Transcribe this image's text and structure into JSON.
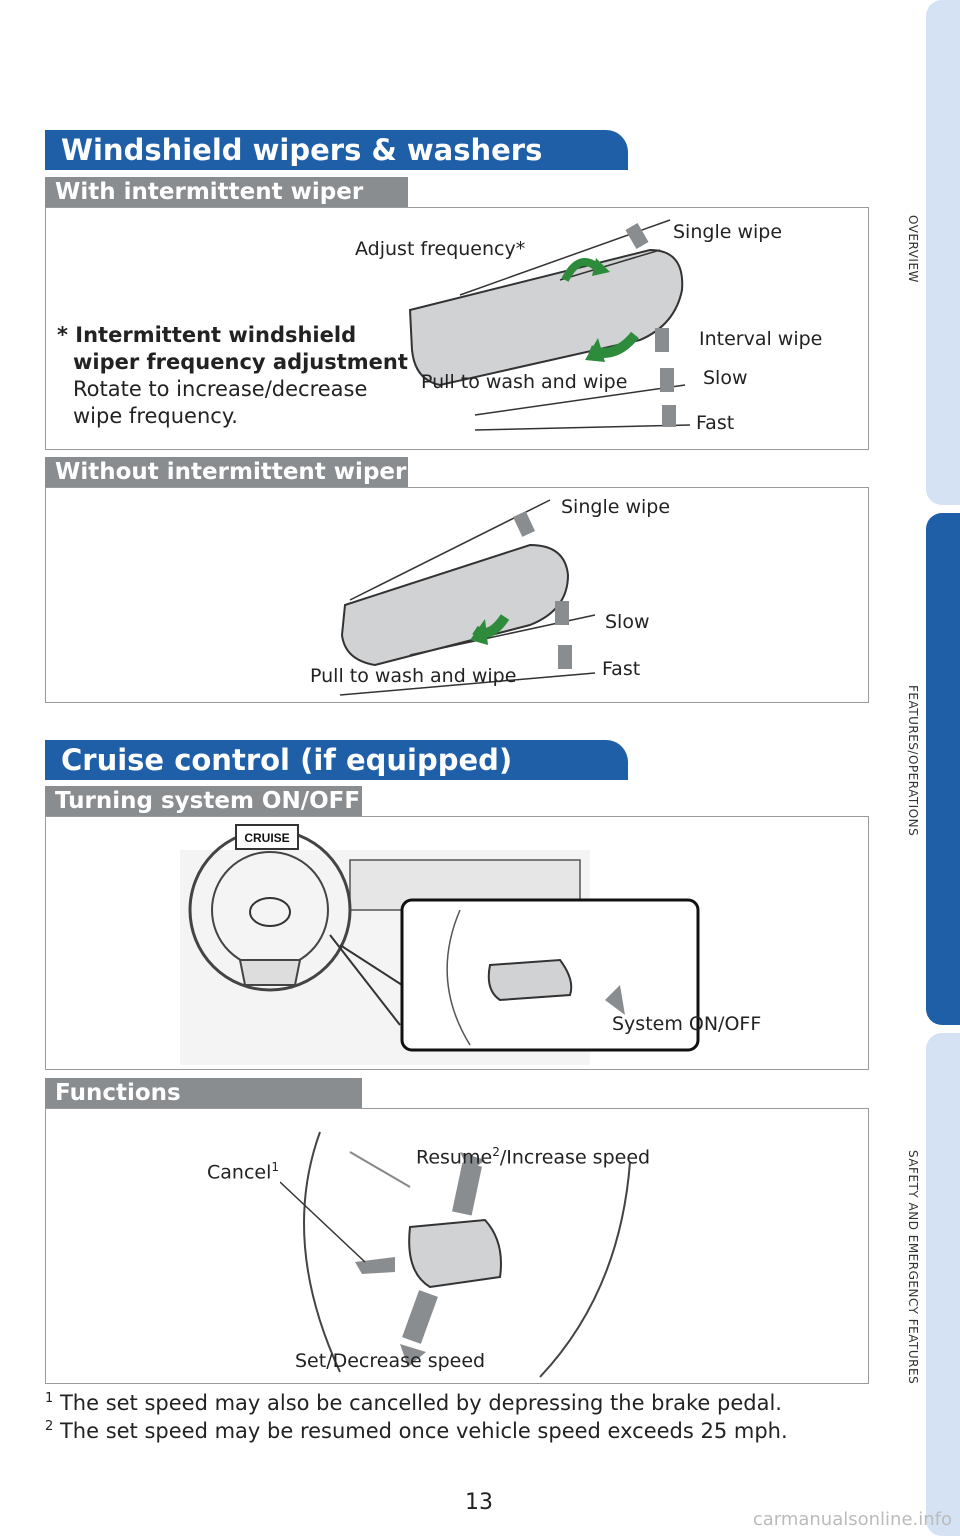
{
  "wipers": {
    "title": "Windshield wipers & washers",
    "intermittent": {
      "heading": "With intermittent wiper",
      "labels": {
        "adjust": "Adjust frequency*",
        "single": "Single wipe",
        "interval": "Interval wipe",
        "pull": "Pull to wash and wipe",
        "slow": "Slow",
        "fast": "Fast"
      },
      "note_title_1": "* Intermittent windshield",
      "note_title_2": "wiper frequency adjustment",
      "note_body_1": "Rotate to increase/decrease",
      "note_body_2": "wipe frequency."
    },
    "non_intermittent": {
      "heading": "Without intermittent wiper",
      "labels": {
        "single": "Single wipe",
        "slow": "Slow",
        "pull": "Pull to wash and wipe",
        "fast": "Fast"
      }
    }
  },
  "cruise": {
    "title": "Cruise control (if equipped)",
    "onoff": {
      "heading": "Turning system ON/OFF",
      "button_label": "CRUISE",
      "system_label": "System ON/OFF"
    },
    "functions": {
      "heading": "Functions",
      "cancel": "Cancel",
      "cancel_sup": "1",
      "resume": "Resume",
      "resume_sup": "2",
      "resume_rest": "/Increase speed",
      "set": "Set/Decrease speed"
    }
  },
  "footnotes": [
    {
      "mark": "1",
      "text": "The set speed may also be cancelled by depressing the brake pedal."
    },
    {
      "mark": "2",
      "text": "The set speed may be resumed once vehicle speed exceeds 25 mph."
    }
  ],
  "page_number": "13",
  "side_tabs": [
    "OVERVIEW",
    "FEATURES/OPERATIONS",
    "SAFETY AND EMERGENCY FEATURES"
  ],
  "watermark": "carmanualsonline.info",
  "colors": {
    "banner": "#1f5fa8",
    "subhead": "#8a8d90",
    "tab": "#d4e2f4",
    "tab_active": "#1f5fa8"
  }
}
